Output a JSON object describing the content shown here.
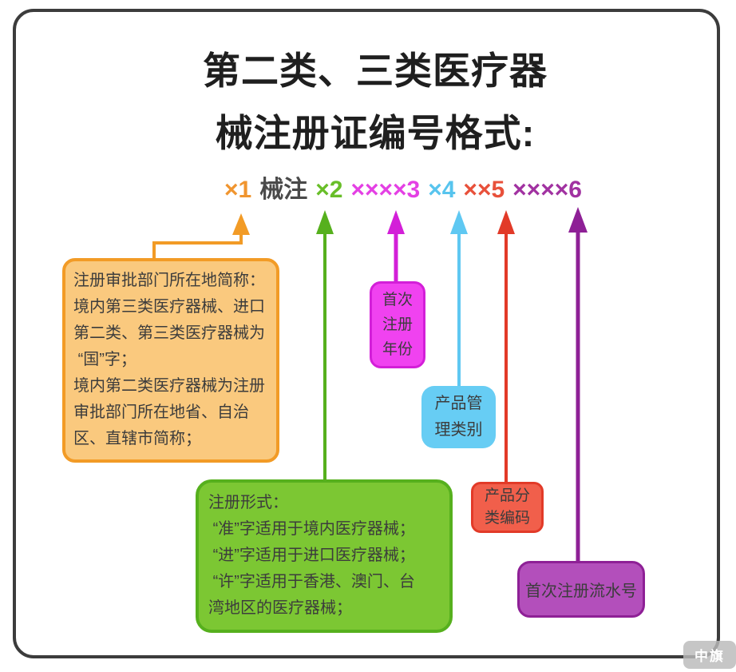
{
  "title": {
    "line1": "第二类、三类医疗器",
    "line2": "械注册证编号格式:"
  },
  "formula": {
    "segments": [
      {
        "text": "×1",
        "color": "#F0952F"
      },
      {
        "text": "械注",
        "color": "#4A4A4A"
      },
      {
        "text": "×2",
        "color": "#68BE28"
      },
      {
        "text": "××××3",
        "color": "#E440E4"
      },
      {
        "text": "×4",
        "color": "#57C4EE"
      },
      {
        "text": "××5",
        "color": "#E8503A"
      },
      {
        "text": "××××6",
        "color": "#A132A1"
      }
    ]
  },
  "callouts": {
    "registration_authority": {
      "label": "注册审批部门所在地简称：\n境内第三类医疗器械、进口\n第二类、第三类医疗器械为\n “国”字；\n境内第二类医疗器械为注册\n审批部门所在地省、自治\n区、直辖市简称；",
      "fill": "#FAC97E",
      "accent": "#F29B26"
    },
    "registration_form": {
      "label": "注册形式：\n “准”字适用于境内医疗器械；\n “进”字适用于进口医疗器械；\n “许”字适用于香港、澳门、台\n湾地区的医疗器械；",
      "fill": "#7CC733",
      "accent": "#56B01D"
    },
    "first_registration_year": {
      "label": "首次\n注册\n年份",
      "fill": "#F042F0",
      "accent": "#D31FD8"
    },
    "product_management_category": {
      "label": "产品管\n理类别",
      "fill": "#67CDF4",
      "accent": "#5FC8F2"
    },
    "product_classification_code": {
      "label": "产品分\n类编码",
      "fill": "#F15F4B",
      "accent": "#E23A28"
    },
    "first_registration_serial": {
      "label": "首次注册流水号",
      "fill": "#B34FBB",
      "accent": "#8E2096"
    }
  },
  "watermark": {
    "label": "中旗"
  }
}
